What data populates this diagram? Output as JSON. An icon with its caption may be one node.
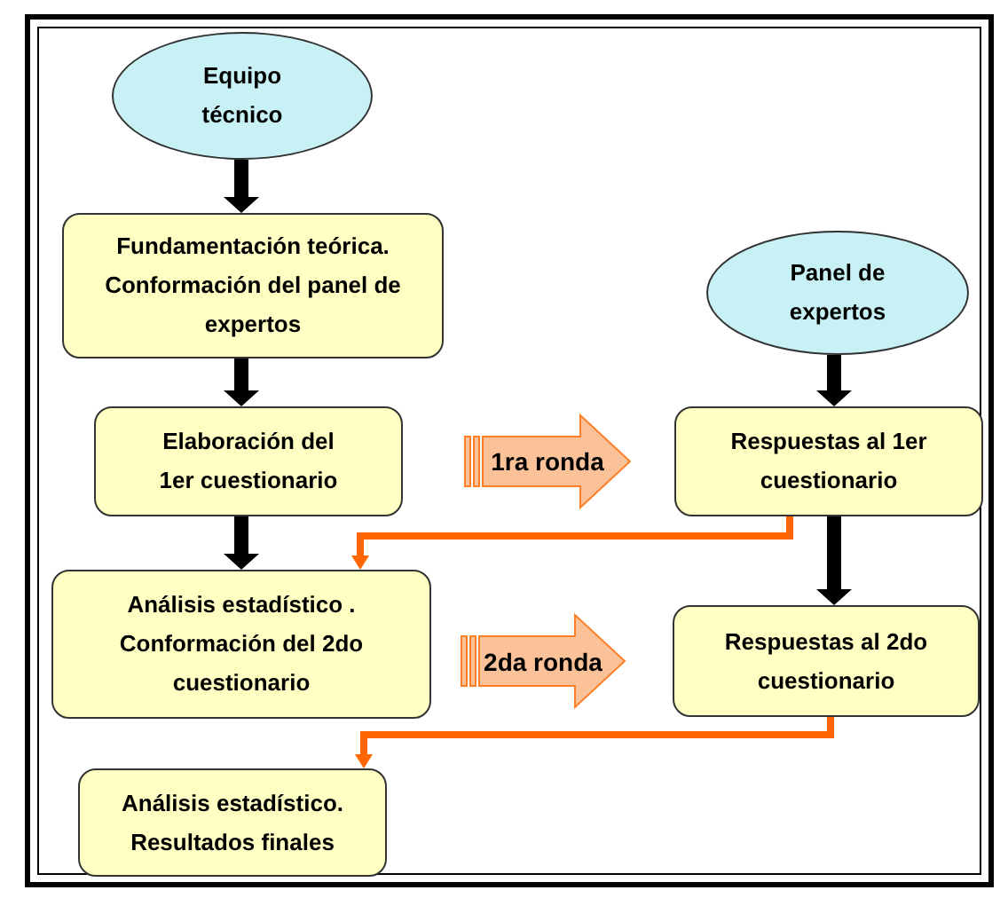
{
  "diagram": {
    "nodes": [
      {
        "text": [
          "Equipo técnico"
        ]
      },
      {
        "text": [
          "Fundamentación teórica. Conformación del panel de expertos"
        ]
      },
      {
        "text": [
          "Elaboración del 1er cuestionario"
        ]
      },
      {
        "text": [
          "Panel de expertos"
        ]
      },
      {
        "text": [
          "Respuestas al 1er cuestionario"
        ]
      },
      {
        "text": [
          "Análisis estadístico . Conformación del 2do cuestionario"
        ]
      },
      {
        "text": [
          "Respuestas al 2do cuestionario"
        ]
      },
      {
        "text": [
          "Análisis estadístico. Resultados finales"
        ]
      }
    ],
    "edges": [
      {
        "from": 0,
        "to": 1,
        "arrow": "to"
      },
      {
        "from": 1,
        "to": 2,
        "arrow": "to"
      },
      {
        "from": 2,
        "to": 4,
        "arrow": "to",
        "label": "1ra ronda",
        "style": "thick",
        "color": "#fbc29a"
      },
      {
        "from": 3,
        "to": 4,
        "arrow": "to"
      },
      {
        "from": 4,
        "to": 5,
        "arrow": "to",
        "color": "#ff6600"
      },
      {
        "from": 2,
        "to": 5,
        "arrow": "to"
      },
      {
        "from": 4,
        "to": 6,
        "arrow": "to"
      },
      {
        "from": 5,
        "to": 6,
        "arrow": "to",
        "label": "2da ronda",
        "style": "thick",
        "color": "#fbc29a"
      },
      {
        "from": 6,
        "to": 7,
        "arrow": "to",
        "color": "#ff6600"
      }
    ]
  }
}
